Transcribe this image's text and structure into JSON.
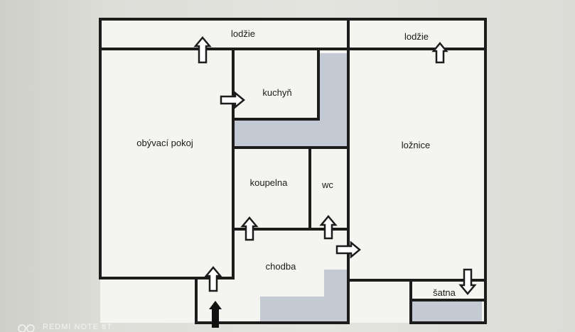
{
  "rooms": {
    "lodzie_left": "lodžie",
    "lodzie_right": "lodžie",
    "obyvaci_pokoj": "obývací pokoj",
    "kuchyn": "kuchyň",
    "koupelna": "koupelna",
    "wc": "wc",
    "loznice": "ložnice",
    "chodba": "chodba",
    "satna": "šatna"
  },
  "camera_caption": "REDMI NOTE 8T",
  "colors": {
    "wall": "#1c1c1c",
    "room_fill": "#f4f4f1",
    "shaded_fill": "#c3cad3",
    "arrow_fill": "#ffffff",
    "entrance_arrow": "#111111"
  }
}
